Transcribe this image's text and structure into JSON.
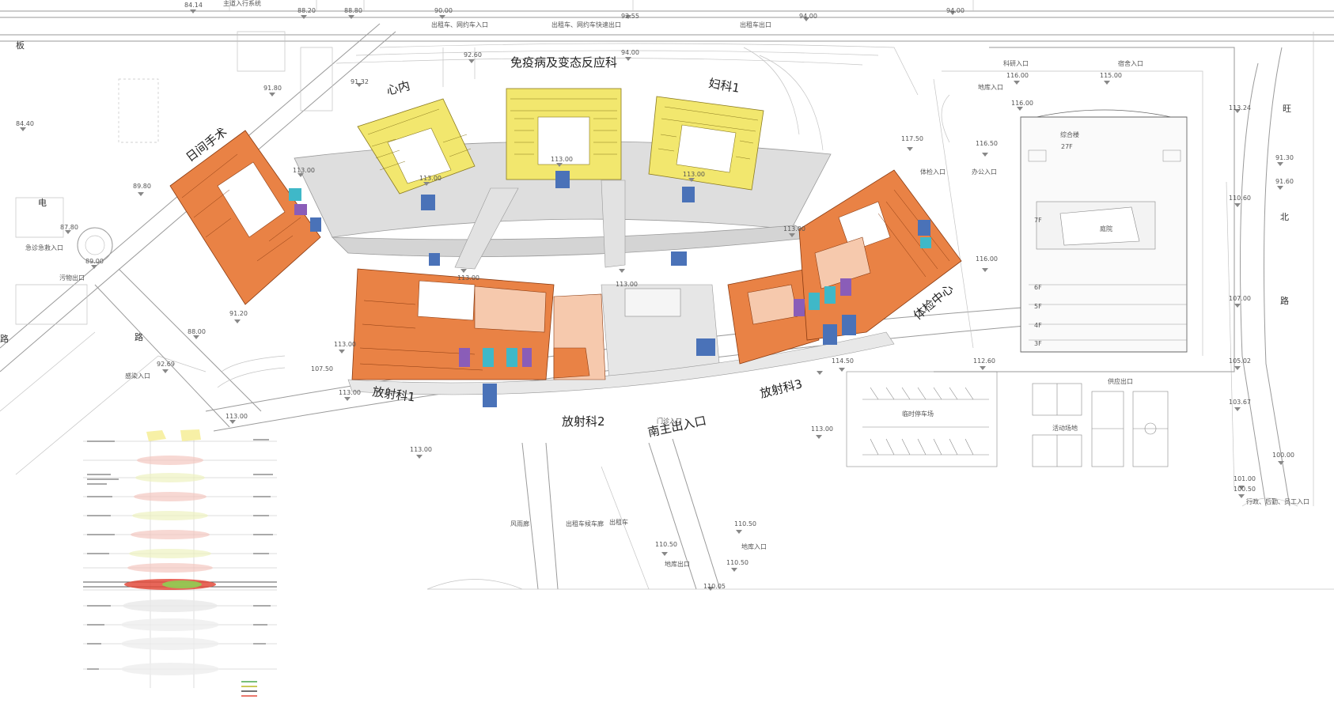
{
  "labels": {
    "north_entry_1": "出租车、网约车入口",
    "north_exit_fast": "出租车、网约车快速出口",
    "north_taxi_exit": "出租车出口",
    "top_left_cut": "主道入行系统",
    "left_cut_1": "板",
    "left_cut_2": "电",
    "left_cut_3": "路",
    "right_cut_1": "旺",
    "right_cut_2": "北",
    "right_cut_3": "路",
    "dept_immunology": "免疫病及变态反应科",
    "dept_cardiology": "心内",
    "dept_gynecology": "妇科1",
    "dept_day_surgery": "日间手术",
    "dept_checkup_center": "体检中心",
    "dept_radiology_1": "放射科1",
    "dept_radiology_2": "放射科2",
    "dept_radiology_3": "放射科3",
    "emergency_entry": "急诊急救入口",
    "waste_exit": "污物出口",
    "infection_entry": "感染入口",
    "road_west": "路",
    "checkup_entry": "体检入口",
    "office_entry": "办公入口",
    "research_entry": "科研入口",
    "dorm_entry": "宿舍入口",
    "garage_entry": "地库入口",
    "complex_building": "综合楼",
    "floor_27": "27F",
    "floor_7": "7F",
    "floor_6": "6F",
    "floor_5": "5F",
    "floor_4": "4F",
    "floor_3": "3F",
    "courtyard": "庭院",
    "temp_parking": "临时停车场",
    "activity_area": "活动场地",
    "supply_exit": "供应出口",
    "south_main": "南主出入口",
    "clinic_entry": "门诊入口",
    "canopy": "风雨廊",
    "taxi_queue": "出租车候车廊",
    "taxi": "出租车",
    "garage_entry_s": "地库入口",
    "garage_exit_s": "地库出口",
    "admin_entry": "行政、后勤、员工入口"
  },
  "elevations": {
    "e1": "84.14",
    "e2": "88.20",
    "e3": "88.80",
    "e4": "90.00",
    "e5": "92.55",
    "e6": "94.00",
    "e7": "94.00",
    "e8": "92.60",
    "e9": "94.00",
    "e10": "91.80",
    "e11": "91.32",
    "e12": "84.40",
    "e13": "89.80",
    "e14": "87.80",
    "e15": "89.00",
    "e16": "91.20",
    "e17": "88.00",
    "e18": "92.69",
    "e19": "113.00",
    "e20": "113.00",
    "e21": "113.00",
    "e22": "113.00",
    "e23": "113.00",
    "e24": "113.00",
    "e25": "113.00",
    "e26": "113.00",
    "e27": "107.50",
    "e28": "113.00",
    "e29": "113.00",
    "e30": "113.00",
    "e31": "114.50",
    "e32": "112.60",
    "e33": "116.00",
    "e34": "116.50",
    "e35": "117.50",
    "e36": "116.00",
    "e37": "116.00",
    "e38": "115.00",
    "e39": "113.24",
    "e40": "110.60",
    "e41": "107.00",
    "e42": "105.02",
    "e43": "103.67",
    "e44": "100.00",
    "e45": "101.00",
    "e46": "100.50",
    "e47": "91.30",
    "e48": "91.60",
    "e49": "110.50",
    "e50": "110.50",
    "e51": "110.50",
    "e52": "110.05",
    "e53": "113.00"
  },
  "colors": {
    "ward_yellow": "#f2e76e",
    "ward_yellow_light": "#f7f0a6",
    "clinic_orange": "#e98245",
    "clinic_orange_light": "#f6c9ad",
    "corridor_gray": "#d9d9d9",
    "vertical_blue": "#4a72b8",
    "vertical_cyan": "#3fb8c8",
    "vertical_purple": "#8a5db8",
    "road_line": "#9a9a9a"
  }
}
